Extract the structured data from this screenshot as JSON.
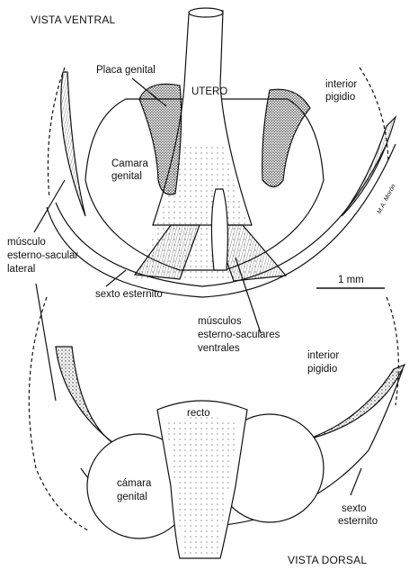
{
  "colors": {
    "ink": "#111111",
    "paper": "#ffffff"
  },
  "view_titles": {
    "ventral": "VISTA VENTRAL",
    "dorsal": "VISTA DORSAL"
  },
  "scale_bar": {
    "label": "1 mm"
  },
  "signature": "M.A. Morón",
  "labels": {
    "placa_genital": "Placa genital",
    "utero": "UTERO",
    "interior_pigidio_top": [
      "interior",
      "pigidio"
    ],
    "camara_genital_top": [
      "Camara",
      "genital"
    ],
    "musculo_lateral": [
      "músculo",
      "esterno-sacular",
      "lateral"
    ],
    "sexto_esternito_top": "sexto esternito",
    "musculos_ventrales": [
      "músculos",
      "esterno-saculares",
      "ventrales"
    ],
    "interior_pigidio_bottom": [
      "interior",
      "pigidio"
    ],
    "recto": "recto",
    "camara_genital_bottom": [
      "cámara",
      "genital"
    ],
    "sexto_esternito_bottom": [
      "sexto",
      "esternito"
    ]
  }
}
